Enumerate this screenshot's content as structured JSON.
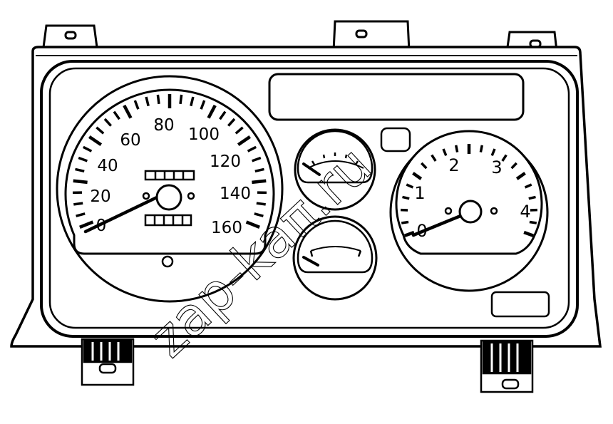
{
  "speedometer": {
    "labels": [
      "0",
      "20",
      "40",
      "60",
      "80",
      "100",
      "120",
      "140",
      "160"
    ]
  },
  "tachometer": {
    "labels": [
      "0",
      "1",
      "2",
      "3",
      "4"
    ]
  },
  "watermark": "zap-kaπ.ru",
  "colors": {
    "line": "#000000",
    "paper": "#ffffff"
  }
}
